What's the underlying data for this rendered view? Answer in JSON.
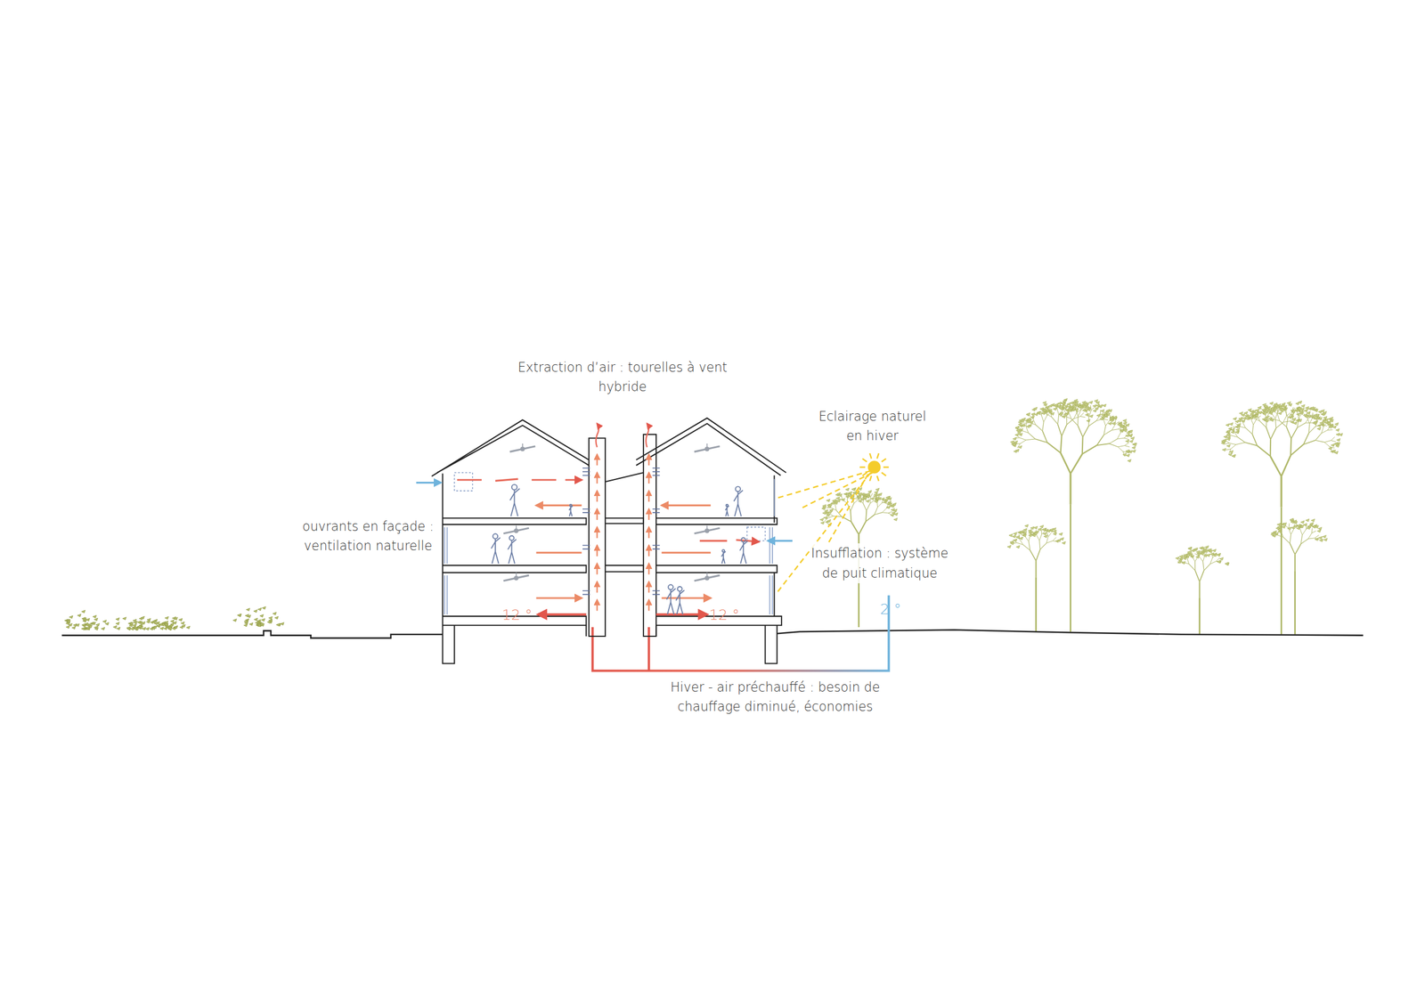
{
  "diagram": {
    "labels": [
      "Extraction d’air : tourelles à vent hybride",
      "Eclairage naturel en hiver",
      "ouvrants en façade : ventilation naturelle",
      "Insufflation : système de puit climatique",
      "12 °",
      "12 °",
      "2 °",
      "Hiver - air préchauffé : besoin de chauffage diminué, économies"
    ]
  }
}
